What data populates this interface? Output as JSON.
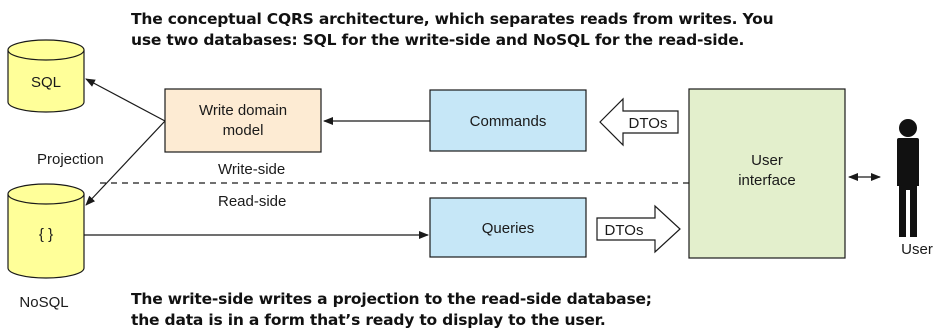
{
  "captions": {
    "top_line1": "The conceptual CQRS architecture, which separates reads from writes. You",
    "top_line2": "use two databases: SQL for the write-side and NoSQL for the read-side.",
    "bottom_line1": "The write-side writes a projection to the read-side database;",
    "bottom_line2": "the data is in a form that’s ready to display to the user."
  },
  "nodes": {
    "sql_db": "SQL",
    "nosql_db": "{ }",
    "nosql_label": "NoSQL",
    "write_model_line1": "Write domain",
    "write_model_line2": "model",
    "commands": "Commands",
    "queries": "Queries",
    "ui_line1": "User",
    "ui_line2": "interface",
    "dtos_top": "DTOs",
    "dtos_bottom": "DTOs",
    "user": "User"
  },
  "labels": {
    "projection": "Projection",
    "write_side": "Write-side",
    "read_side": "Read-side"
  },
  "colors": {
    "database_fill": "#ffff99",
    "write_model_fill": "#fdebd3",
    "command_query_fill": "#c6e7f7",
    "ui_fill": "#e3efcc",
    "stroke": "#1a1a1a"
  }
}
